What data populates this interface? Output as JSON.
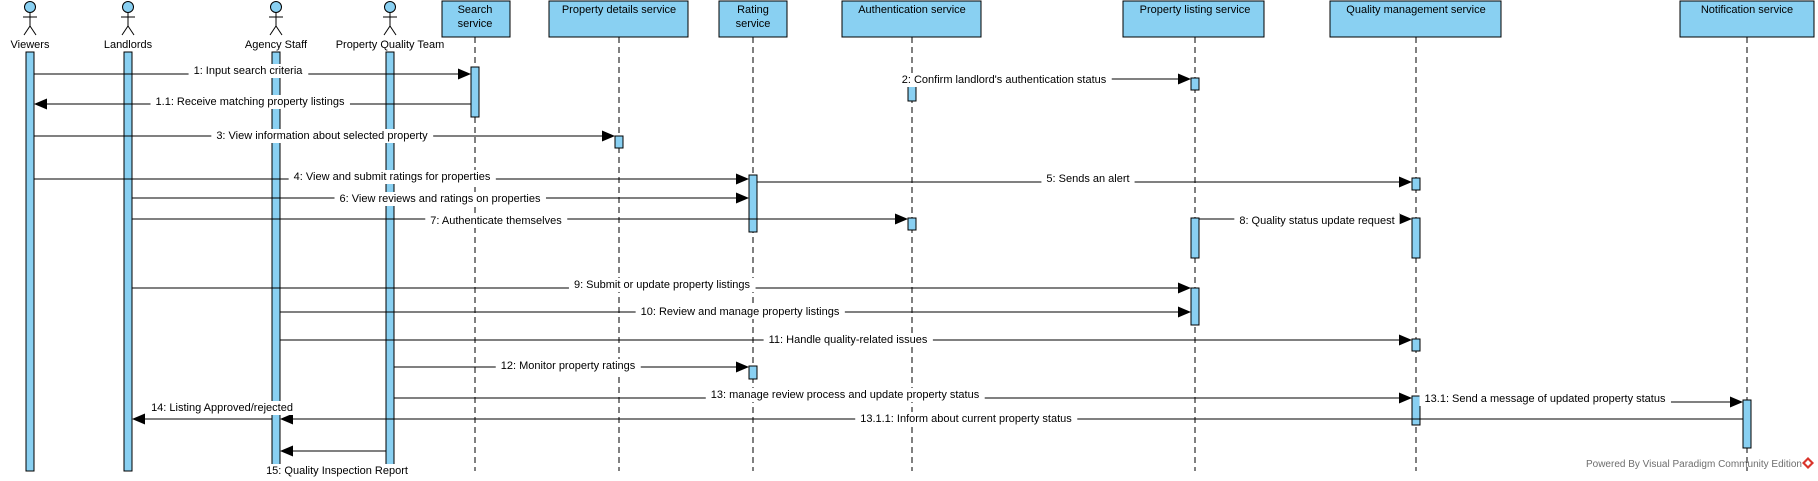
{
  "colors": {
    "lifeline_fill": "#89D0F2",
    "stroke": "#000000",
    "background": "#FFFFFF",
    "footer_text": "#6E6E6E",
    "footer_logo": "#D9342B"
  },
  "actors": [
    {
      "id": "a0",
      "name": "Viewers"
    },
    {
      "id": "a1",
      "name": "Landlords"
    },
    {
      "id": "a2",
      "name": "Agency Staff"
    },
    {
      "id": "a3",
      "name": "Property Quality Team"
    }
  ],
  "services": [
    {
      "id": "s0",
      "lines": [
        "Search",
        "service"
      ]
    },
    {
      "id": "s1",
      "lines": [
        "Property details service"
      ]
    },
    {
      "id": "s2",
      "lines": [
        "Rating",
        "service"
      ]
    },
    {
      "id": "s3",
      "lines": [
        "Authentication service"
      ]
    },
    {
      "id": "s4",
      "lines": [
        "Property listing service"
      ]
    },
    {
      "id": "s5",
      "lines": [
        "Quality management service"
      ]
    },
    {
      "id": "s6",
      "lines": [
        "Notification service"
      ]
    }
  ],
  "messages": [
    {
      "label": "1: Input search criteria",
      "from": "a0",
      "to": "s0"
    },
    {
      "label": "1.1: Receive matching property listings",
      "from": "s0",
      "to": "a0"
    },
    {
      "label": "2:  Confirm landlord's authentication status",
      "from": "s3",
      "to": "s4"
    },
    {
      "label": "3: View information about selected property",
      "from": "a0",
      "to": "s1"
    },
    {
      "label": "4: View and submit ratings for properties",
      "from": "a0",
      "to": "s2"
    },
    {
      "label": "5: Sends an alert",
      "from": "s2",
      "to": "s5"
    },
    {
      "label": "6: View reviews and ratings on properties",
      "from": "a1",
      "to": "s2"
    },
    {
      "label": "7: Authenticate  themselves",
      "from": "a1",
      "to": "s3"
    },
    {
      "label": "8: Quality status update request",
      "from": "s4",
      "to": "s5"
    },
    {
      "label": "9: Submit or update property listings",
      "from": "a1",
      "to": "s4"
    },
    {
      "label": "10: Review and manage property listings",
      "from": "a2",
      "to": "s4"
    },
    {
      "label": "11: Handle quality-related issues",
      "from": "a2",
      "to": "s5"
    },
    {
      "label": "12: Monitor property ratings",
      "from": "a3",
      "to": "s2"
    },
    {
      "label": "13: manage review process and update property status",
      "from": "a3",
      "to": "s5"
    },
    {
      "label": "13.1: Send a message of updated property status",
      "from": "s5",
      "to": "s6"
    },
    {
      "label": "13.1.1: Inform about current property status",
      "from": "s6",
      "to": "a2"
    },
    {
      "label": "14: Listing Approved/rejected",
      "from": "a2",
      "to": "a1"
    },
    {
      "label": "15: Quality Inspection Report",
      "from": "a3",
      "to": "a2"
    }
  ],
  "footer": {
    "text": "Powered By Visual Paradigm Community Edition"
  }
}
